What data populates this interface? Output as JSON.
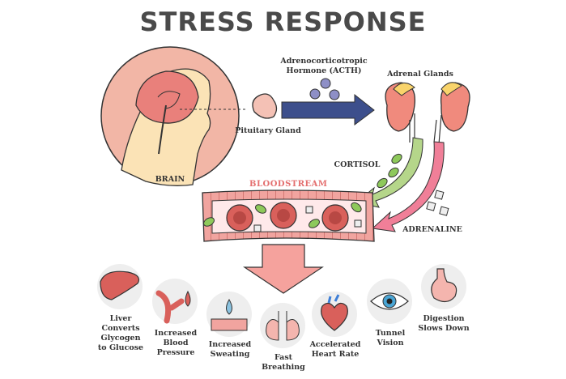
{
  "title": "STRESS RESPONSE",
  "labels": {
    "brain": "BRAIN",
    "pituitary": "Pituitary Gland",
    "acth": "Adrenocorticotropic\nHormone (ACTH)",
    "adrenal": "Adrenal Glands",
    "cortisol": "CORTISOL",
    "bloodstream": "BLOODSTREAM",
    "adrenaline": "ADRENALINE"
  },
  "effects": [
    {
      "label": "Liver\nConverts\nGlycogen\nto Glucose",
      "icon": "liver-icon"
    },
    {
      "label": "Increased\nBlood\nPressure",
      "icon": "blood-vessel-icon"
    },
    {
      "label": "Increased\nSweating",
      "icon": "sweat-drop-icon"
    },
    {
      "label": "Fast\nBreathing",
      "icon": "lungs-icon"
    },
    {
      "label": "Accelerated\nHeart Rate",
      "icon": "heart-icon"
    },
    {
      "label": "Tunnel\nVision",
      "icon": "eye-icon"
    },
    {
      "label": "Digestion\nSlows Down",
      "icon": "stomach-icon"
    }
  ],
  "colors": {
    "pink": "#f2a1a1",
    "pinkDark": "#e46f6f",
    "navy": "#3d4f8c",
    "green": "#8ec95b",
    "skin": "#fbe3b6",
    "blood": "#d9605b",
    "cellGrey": "#ececec"
  }
}
